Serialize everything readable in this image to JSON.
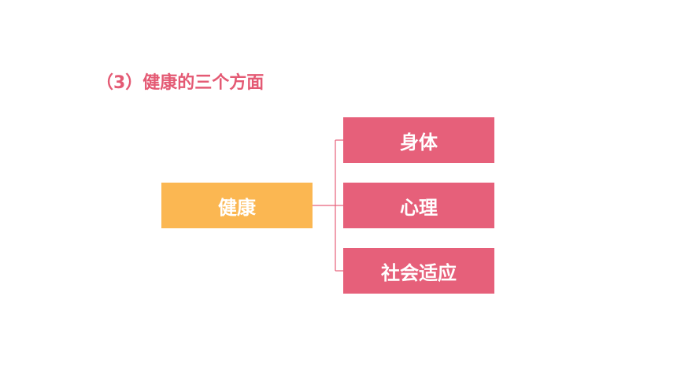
{
  "heading": "（3）健康的三个方面",
  "colors": {
    "heading": "#e45a74",
    "root_fill": "#fbb752",
    "child_fill": "#e6607a",
    "connector": "#e6607a"
  },
  "diagram": {
    "root": {
      "label": "健康"
    },
    "children": [
      {
        "label": "身体"
      },
      {
        "label": "心理"
      },
      {
        "label": "社会适应"
      }
    ]
  }
}
